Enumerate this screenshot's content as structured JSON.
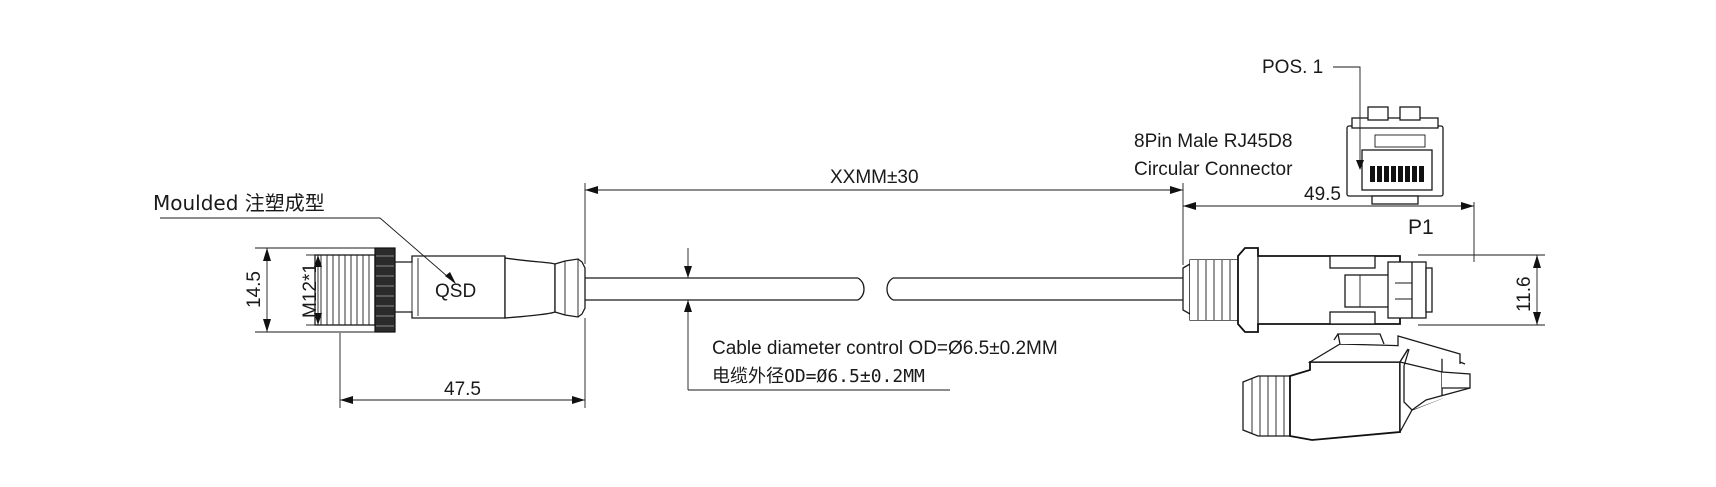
{
  "labels": {
    "moulded": "Moulded 注塑成型",
    "qsd": "QSD",
    "dim_14_5": "14.5",
    "dim_m12": "M12*1",
    "dim_47_5": "47.5",
    "dim_cable_length": "XXMM±30",
    "cable_od_en": "Cable diameter control OD=Ø6.5±0.2MM",
    "cable_od_cn": "电缆外径OD=Ø6.5±0.2MM",
    "pos1": "POS. 1",
    "connector_line1": "8Pin Male  RJ45D8",
    "connector_line2": "Circular Connector",
    "dim_49_5": "49.5",
    "p1": "P1",
    "dim_11_6": "11.6"
  },
  "colors": {
    "line": "#1a1a1a",
    "background": "#ffffff"
  }
}
